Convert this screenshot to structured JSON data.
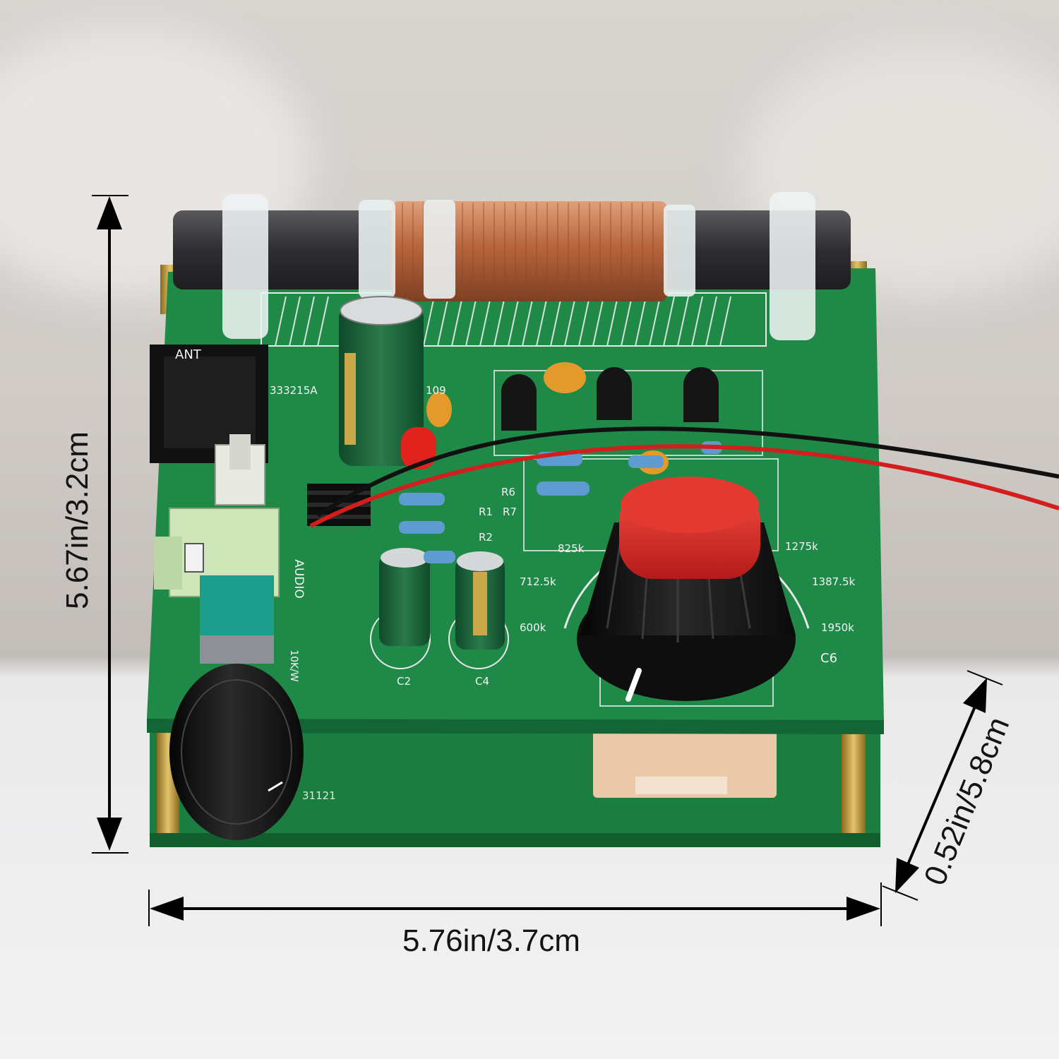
{
  "dimensions": {
    "height": "5.67in/3.2cm",
    "width": "5.76in/3.7cm",
    "depth": "0.52in/5.8cm"
  },
  "board_labels": {
    "ant": "ANT",
    "part_code": "333215A",
    "version": "109",
    "audio": "AUDIO",
    "r1": "R1",
    "r2": "R2",
    "r6": "R6",
    "r7": "R7",
    "c2": "C2",
    "c4": "C4",
    "c6": "C6",
    "volume_marking": "10K/W",
    "serial": "31121"
  },
  "dial_scale": [
    "600k",
    "712.5k",
    "825k",
    "1275k",
    "1387.5k",
    "1950k"
  ],
  "colors": {
    "pcb": "#1f8a48",
    "coil": "#c0734a",
    "ferrite": "#3b3b3d",
    "knob_cap": "#d62a2a",
    "knob_body": "#151515"
  }
}
